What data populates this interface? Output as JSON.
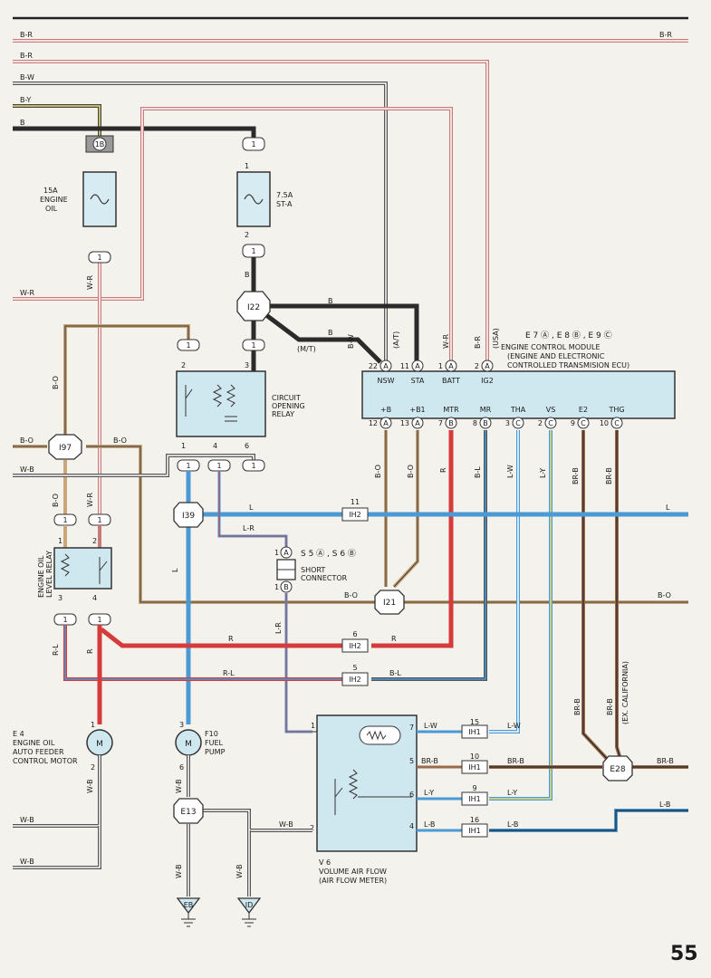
{
  "page_number": "55",
  "colors": {
    "black": "#2b2b2b",
    "white_stripe": "#ffffff",
    "red": "#d63b3b",
    "blue": "#4a9ad6",
    "brown": "#9a6b4a",
    "tan": "#c9a77a",
    "yellow": "#e9df72",
    "grey": "#8a8a8a",
    "box_fill": "#cfe7ef",
    "fuse_fill": "#d7ecf2"
  },
  "left_wires": [
    "B-R",
    "B-R",
    "B-W",
    "B-Y",
    "B",
    "W-R",
    "B-O",
    "W-B",
    "W-B",
    "W-B"
  ],
  "right_wires": [
    "B-R",
    "L",
    "B-O",
    "BR-B",
    "L-B"
  ],
  "fuse_engine_oil": {
    "label": "15A\nENGINE\nOIL",
    "top_connector": "1B",
    "bottom_connector": "1"
  },
  "fuse_st_a": {
    "label": "7.5A\nST-A",
    "top_connector": "1",
    "bottom_connector": "1",
    "pin_top": "1",
    "pin_bottom": "2"
  },
  "connectors": {
    "I22": "I22",
    "I97": "I97",
    "I39": "I39",
    "I21": "I21",
    "E13": "E13",
    "E28": "E28",
    "EB": "EB",
    "ID": "ID"
  },
  "relay_circuit_opening": {
    "name": "CIRCUIT\nOPENING\nRELAY",
    "pins": [
      "2",
      "3",
      "1",
      "4",
      "6"
    ]
  },
  "relay_engine_oil_level": {
    "name": "ENGINE OIL\nLEVEL RELAY",
    "pins": [
      "1",
      "2",
      "3",
      "4"
    ]
  },
  "ecm": {
    "title": "ENGINE CONTROL MODULE",
    "subtitle": "(ENGINE AND ELECTRONIC\nCONTROLLED TRANSMISION ECU)",
    "codes": "E 7 (A), E 8 (B), E 9 (C)",
    "top_pins": [
      {
        "num": "22",
        "conn": "A",
        "name": "NSW",
        "wire": "B-W",
        "note": "(A/T)"
      },
      {
        "num": "11",
        "conn": "A",
        "name": "STA",
        "wire": "",
        "note": ""
      },
      {
        "num": "1",
        "conn": "A",
        "name": "BATT",
        "wire": "W-R",
        "note": ""
      },
      {
        "num": "2",
        "conn": "A",
        "name": "IG2",
        "wire": "B-R",
        "note": "(USA)"
      }
    ],
    "bottom_pins": [
      {
        "num": "12",
        "conn": "A",
        "name": "+B",
        "wire": "B-O"
      },
      {
        "num": "13",
        "conn": "A",
        "name": "+B1",
        "wire": "B-O"
      },
      {
        "num": "7",
        "conn": "B",
        "name": "MTR",
        "wire": "R"
      },
      {
        "num": "8",
        "conn": "B",
        "name": "MR",
        "wire": "B-L"
      },
      {
        "num": "3",
        "conn": "C",
        "name": "THA",
        "wire": "L-W"
      },
      {
        "num": "2",
        "conn": "C",
        "name": "VS",
        "wire": "L-Y"
      },
      {
        "num": "9",
        "conn": "C",
        "name": "E2",
        "wire": "BR-B"
      },
      {
        "num": "10",
        "conn": "C",
        "name": "THG",
        "wire": "BR-B"
      }
    ]
  },
  "short_connector": {
    "name": "SHORT\nCONNECTOR",
    "codes": "S 5 (A), S 6 (B)",
    "top": "1 A",
    "bottom": "1 B"
  },
  "ih_connectors": [
    {
      "id": "IH2",
      "pin": "11"
    },
    {
      "id": "IH2",
      "pin": "6"
    },
    {
      "id": "IH2",
      "pin": "5"
    },
    {
      "id": "IH1",
      "pin": "15"
    },
    {
      "id": "IH1",
      "pin": "10"
    },
    {
      "id": "IH1",
      "pin": "9"
    },
    {
      "id": "IH1",
      "pin": "16"
    }
  ],
  "motor_e4": {
    "code": "E 4",
    "name": "ENGINE OIL\nAUTO FEEDER\nCONTROL MOTOR",
    "pins": [
      "1",
      "2"
    ]
  },
  "pump_f10": {
    "code": "F10",
    "name": "FUEL\nPUMP",
    "pins": [
      "3",
      "6"
    ]
  },
  "airflow_v6": {
    "code": "V 6",
    "name": "VOLUME AIR FLOW\n(AIR FLOW METER)",
    "pins": [
      "1",
      "2",
      "7",
      "5",
      "6",
      "4"
    ]
  },
  "wire_labels": {
    "mt": "(M/T)",
    "b": "B",
    "wr": "W-R",
    "bo": "B-O",
    "r": "R",
    "rl": "R-L",
    "l": "L",
    "lr": "L-R",
    "bl": "B-L",
    "lw": "L-W",
    "ly": "L-Y",
    "brb": "BR-B",
    "lb": "L-B",
    "wb": "W-B",
    "ex_cal": "(EX. CALIFORNIA)"
  }
}
